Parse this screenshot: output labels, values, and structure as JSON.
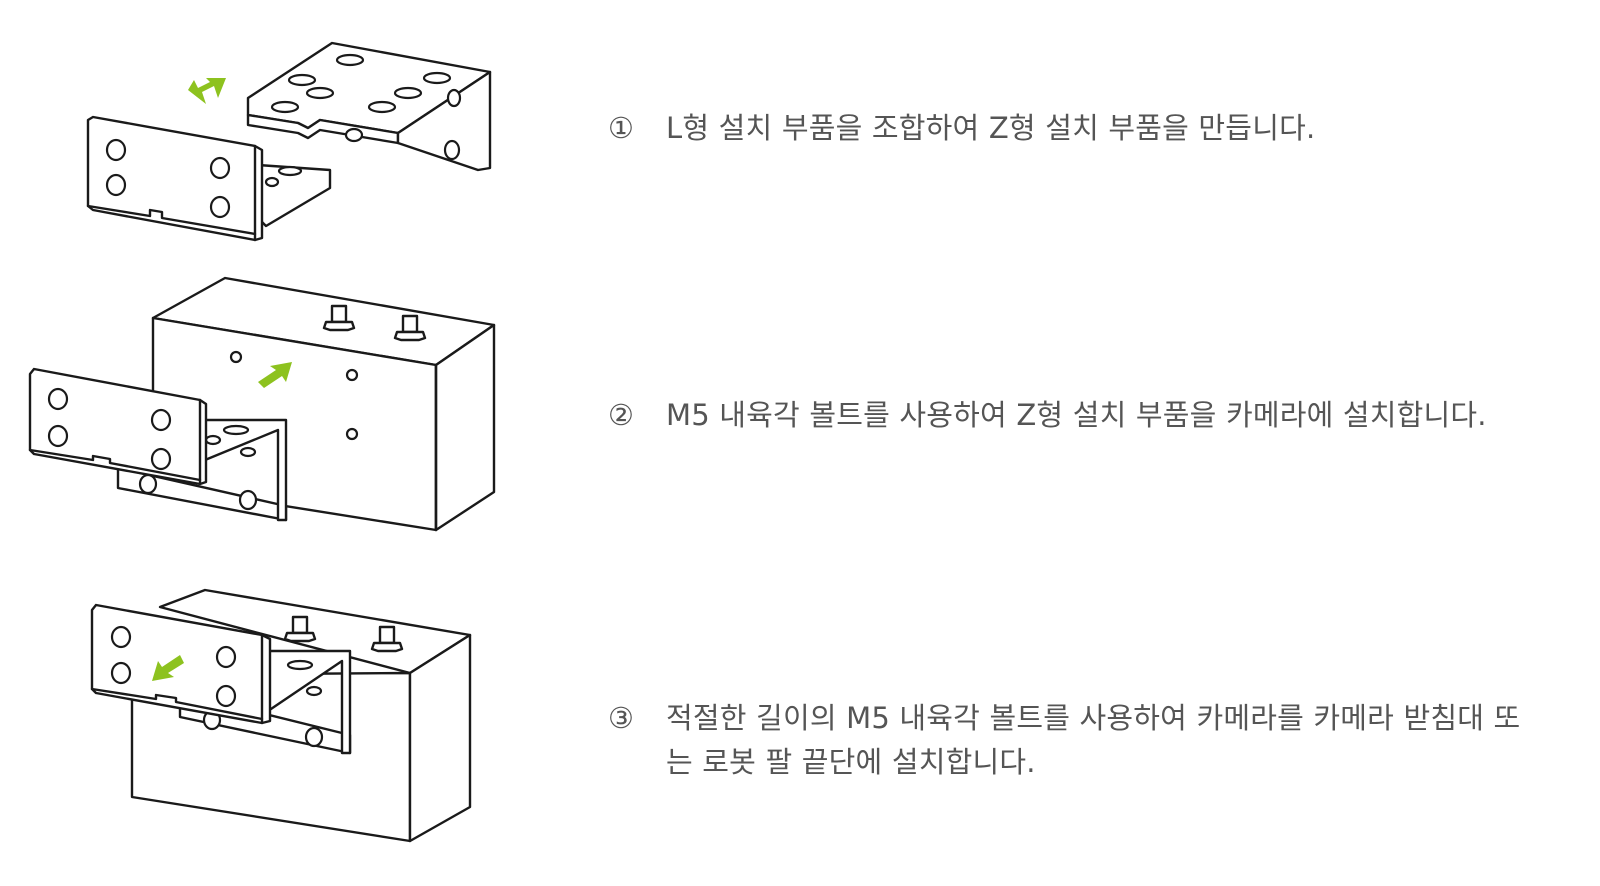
{
  "steps": [
    {
      "number": "①",
      "text": "L형 설치 부품을 조합하여 Z형 설치 부품을 만듭니다."
    },
    {
      "number": "②",
      "text": "M5 내육각 볼트를 사용하여 Z형 설치 부품을 카메라에 설치합니다."
    },
    {
      "number": "③",
      "text": "적절한 길이의 M5 내육각 볼트를 사용하여 카메라를 카메라 받침대 또는 로봇 팔 끝단에 설치합니다."
    }
  ],
  "illustrations": [
    {
      "name": "z-bracket-assembly",
      "arrow_icon": "double-arrow-icon"
    },
    {
      "name": "bracket-to-camera",
      "arrow_icon": "arrow-in-icon"
    },
    {
      "name": "camera-to-mount",
      "arrow_icon": "arrow-out-icon"
    }
  ],
  "colors": {
    "accent": "#8dc21f",
    "line": "#1a1a1a",
    "text": "#555555"
  }
}
